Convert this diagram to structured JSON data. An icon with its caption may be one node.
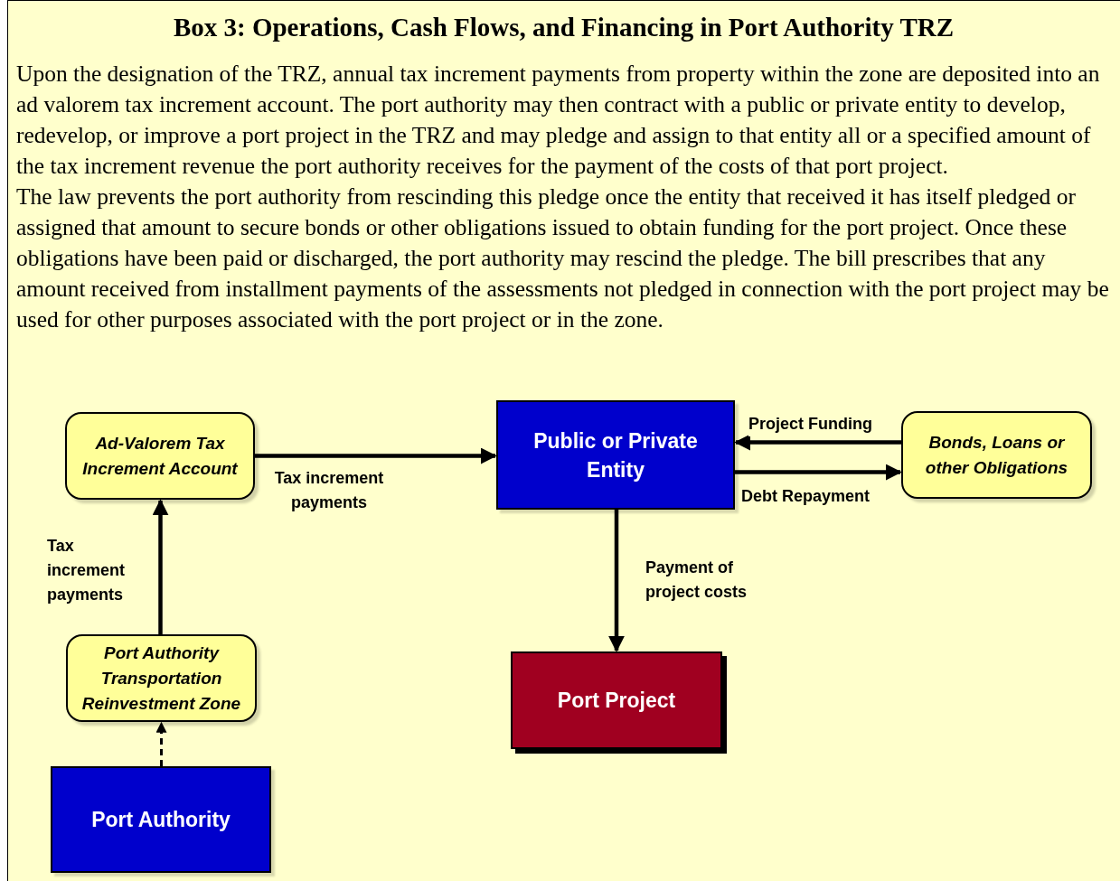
{
  "diagram": {
    "title": "Box 3: Operations, Cash Flows, and Financing in Port Authority TRZ",
    "nodes": [
      {
        "text": [
          "Ad-Valorem Tax Increment Account"
        ]
      },
      {
        "text": [
          "Public or Private Entity"
        ]
      },
      {
        "text": [
          "Bonds, Loans or other Obligations"
        ]
      },
      {
        "text": [
          "Port Authority Transportation Reinvestment Zone"
        ]
      },
      {
        "text": [
          "Port Project"
        ]
      },
      {
        "text": [
          "Port Authority"
        ]
      }
    ],
    "edges": [
      {
        "from": 0,
        "to": 1,
        "arrow": "to",
        "label": "Tax increment payments"
      },
      {
        "from": 2,
        "to": 1,
        "arrow": "to",
        "label": "Project Funding"
      },
      {
        "from": 1,
        "to": 2,
        "arrow": "to",
        "label": "Debt Repayment"
      },
      {
        "from": 1,
        "to": 4,
        "arrow": "to",
        "label": "Payment of project costs"
      },
      {
        "from": 3,
        "to": 0,
        "arrow": "to",
        "label": "Tax increment payments"
      },
      {
        "from": 5,
        "to": 3,
        "arrow": "to",
        "style": "dashed"
      }
    ],
    "labels": [
      "Upon the designation of the TRZ, annual tax increment payments from property within the zone are deposited into an ad valorem tax increment account. The port authority may then contract with a public or private entity to develop, redevelop, or improve a port project in the TRZ and may pledge and assign to that entity all or a specified amount of the tax increment revenue the port authority receives for the payment of the costs of that port project.",
      "The law prevents the port authority from rescinding this pledge once the entity that received it has itself pledged or assigned that amount to secure bonds or other obligations issued to obtain funding for the port project. Once these obligations have been paid or discharged, the port authority may rescind the pledge. The bill prescribes that any amount received from installment payments of the assessments not pledged in connection with the port project may be used for other purposes associated with the port project or in the zone."
    ]
  }
}
